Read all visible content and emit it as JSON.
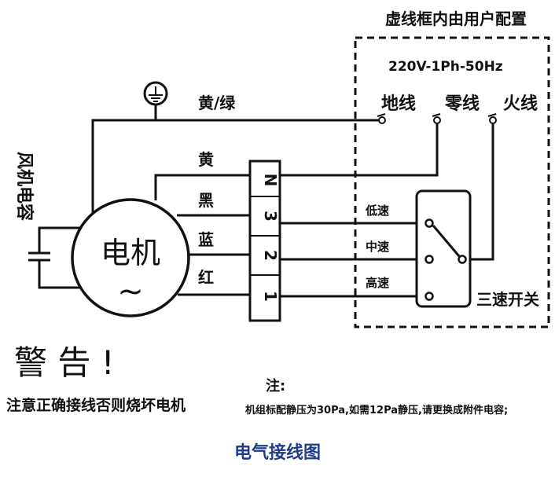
{
  "user_config_title": "虚线框内由用户配置",
  "power_spec": "220V-1Ph-50Hz",
  "terminals": {
    "ground": "地线",
    "neutral": "零线",
    "live": "火线"
  },
  "wire_labels": {
    "yellow_green": "黄/绿",
    "yellow": "黄",
    "black": "黑",
    "blue": "蓝",
    "red": "红"
  },
  "capacitor_label": "风机电容",
  "motor": {
    "label": "电机",
    "symbol": "~"
  },
  "terminal_block": [
    "N",
    "3",
    "2",
    "1"
  ],
  "speeds": {
    "low": "低速",
    "mid": "中速",
    "high": "高速"
  },
  "switch_label": "三速开关",
  "warning_title": "警 告 !",
  "warning_text": "注意正确接线否则烧坏电机",
  "note_label": "注:",
  "note_text": "机组标配静压为30Pa,如需12Pa静压,请更换成附件电容;",
  "caption": "电气接线图"
}
